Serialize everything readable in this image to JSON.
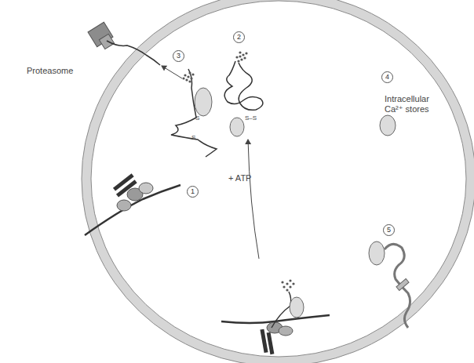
{
  "diagram": {
    "nodes": [
      {
        "text": [
          "2"
        ]
      },
      {
        "text": [
          "3"
        ]
      },
      {
        "text": [
          "4"
        ]
      },
      {
        "text": [
          "1"
        ]
      },
      {
        "text": [
          "5"
        ]
      }
    ],
    "labels": [
      "Proteasome",
      "+ ATP",
      "Intracellular Ca²⁺ stores",
      "S–S",
      "S",
      "S"
    ]
  }
}
